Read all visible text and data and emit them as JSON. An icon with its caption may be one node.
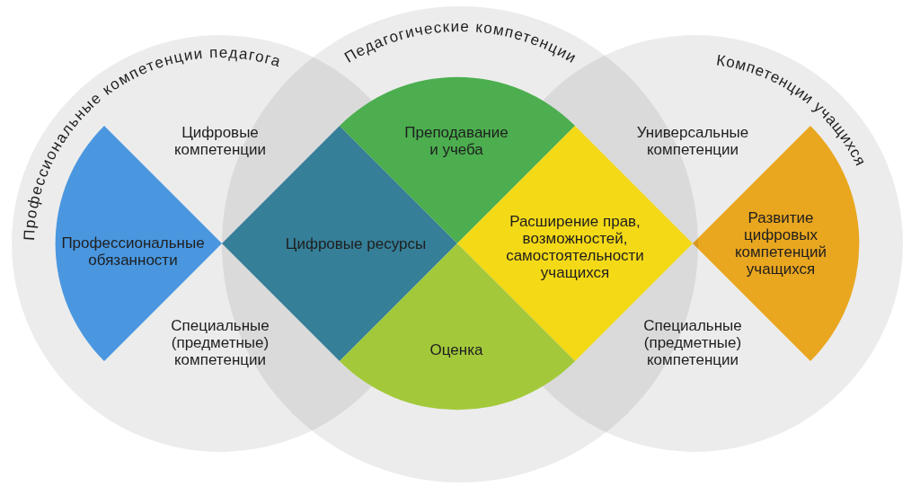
{
  "diagram": {
    "nodes": [
      {
        "text": [
          "Профессиональные компетенции педагога"
        ]
      },
      {
        "text": [
          "Педагогические компетенции"
        ]
      },
      {
        "text": [
          "Компетенции учащихся"
        ]
      },
      {
        "text": [
          "Профессиональные обязанности"
        ],
        "in": 0
      },
      {
        "text": [
          "Цифровые ресурсы"
        ],
        "in": 1
      },
      {
        "text": [
          "Преподавание и учеба"
        ],
        "in": 1
      },
      {
        "text": [
          "Расширение прав, возможностей, самостоятельности учащихся"
        ],
        "in": 1
      },
      {
        "text": [
          "Оценка"
        ],
        "in": 1
      },
      {
        "text": [
          "Развитие цифровых компетенций учащихся"
        ],
        "in": 2
      }
    ],
    "labels": [
      "Цифровые компетенции",
      "Универсальные компетенции",
      "Специальные (предметные) компетенции",
      "Специальные (предметные) компетенции"
    ]
  }
}
